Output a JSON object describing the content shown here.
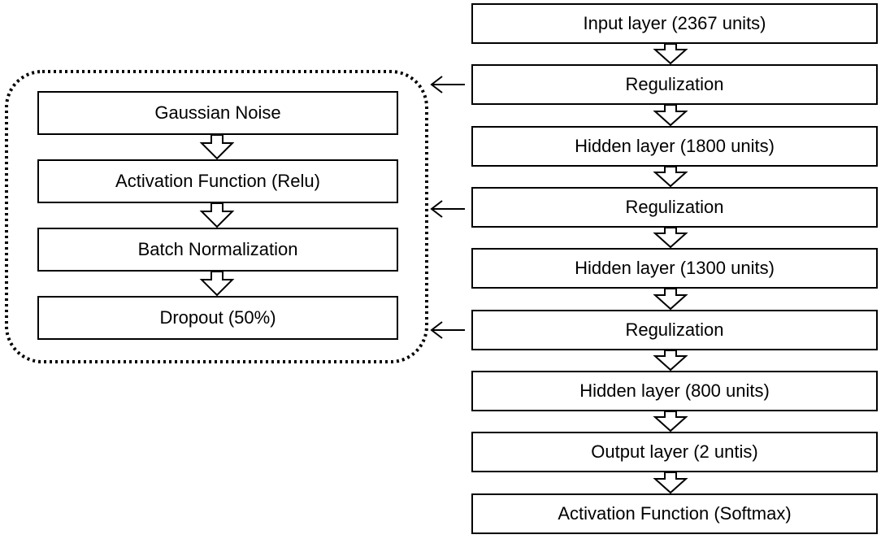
{
  "main_flow": [
    "Input layer (2367 units)",
    "Regulization",
    "Hidden layer (1800 units)",
    "Regulization",
    "Hidden layer (1300 units)",
    "Regulization",
    "Hidden layer (800 units)",
    "Output layer (2 untis)",
    "Activation Function (Softmax)"
  ],
  "regularization_detail": [
    "Gaussian Noise",
    "Activation Function (Relu)",
    "Batch Normalization",
    "Dropout (50%)"
  ]
}
